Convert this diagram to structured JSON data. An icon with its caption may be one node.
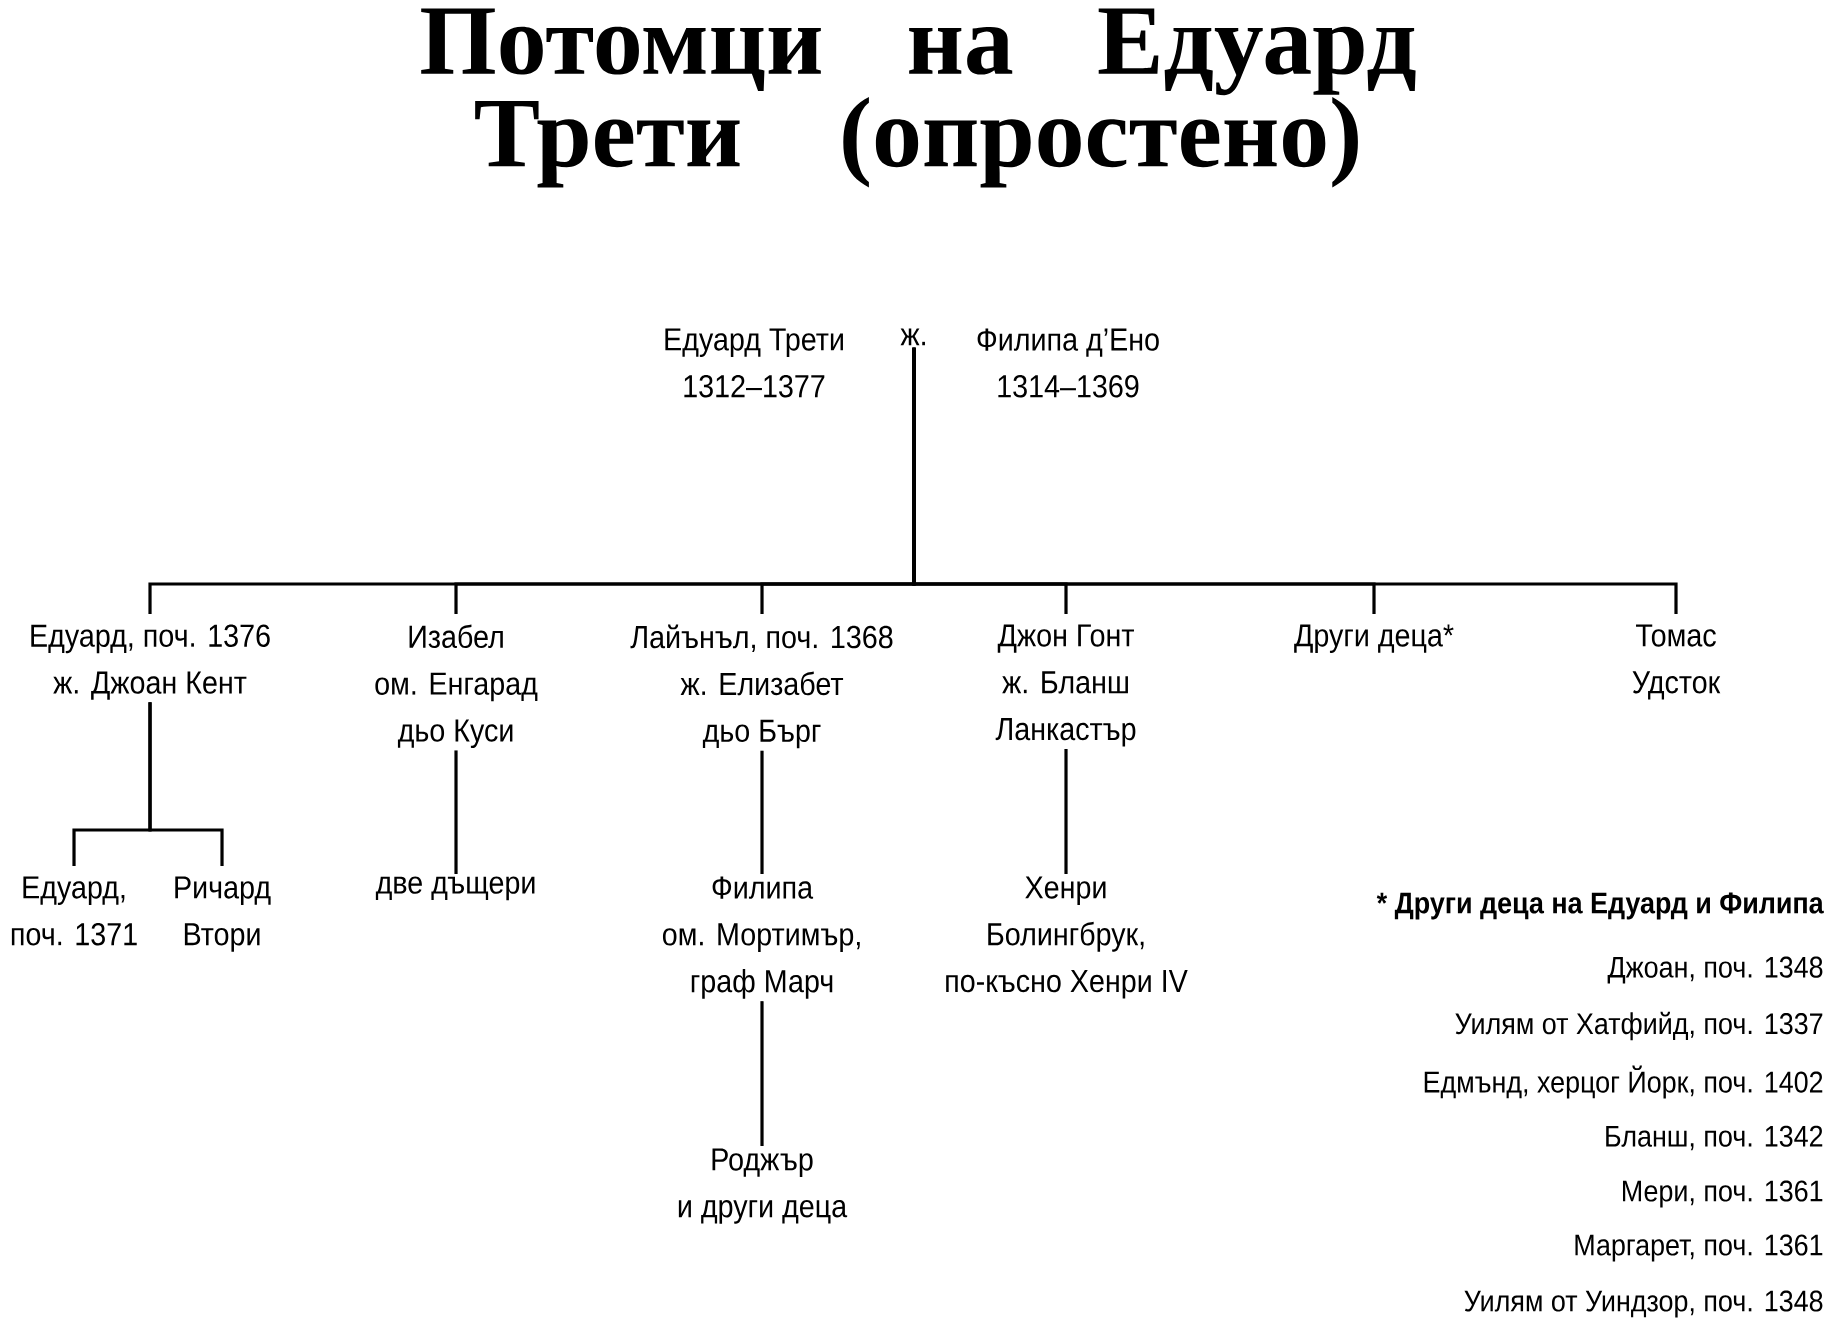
{
  "diagram": {
    "title": "Потомци на Едуард Трети (опростено)",
    "nodes": [
      {
        "text": [
          "Едуард Трети",
          "1312–1377"
        ]
      },
      {
        "text": [
          "ж."
        ]
      },
      {
        "text": [
          "Филипа д’Ено",
          "1314–1369"
        ]
      },
      {
        "text": [
          "Едуард, поч. 1376",
          "ж. Джоан Кент"
        ]
      },
      {
        "text": [
          "Изабел",
          "ом. Енгарад",
          "дьо Куси"
        ]
      },
      {
        "text": [
          "Лайънъл, поч. 1368",
          "ж. Елизабет",
          "дьо Бърг"
        ]
      },
      {
        "text": [
          "Джон Гонт",
          "ж. Бланш",
          "Ланкастър"
        ]
      },
      {
        "text": [
          "Други деца*"
        ]
      },
      {
        "text": [
          "Томас",
          "Удсток"
        ]
      },
      {
        "text": [
          "Едуард,",
          "поч. 1371"
        ]
      },
      {
        "text": [
          "Ричард",
          "Втори"
        ]
      },
      {
        "text": [
          "две дъщери"
        ]
      },
      {
        "text": [
          "Филипа",
          "ом. Мортимър,",
          "граф Марч"
        ]
      },
      {
        "text": [
          "Хенри",
          "Болингбрук,",
          "по-късно Хенри IV"
        ]
      },
      {
        "text": [
          "Роджър",
          "и други деца"
        ]
      }
    ],
    "edges": [
      {
        "from": 1,
        "to": 3,
        "arrow": "none"
      },
      {
        "from": 1,
        "to": 4,
        "arrow": "none"
      },
      {
        "from": 1,
        "to": 5,
        "arrow": "none"
      },
      {
        "from": 1,
        "to": 6,
        "arrow": "none"
      },
      {
        "from": 1,
        "to": 7,
        "arrow": "none"
      },
      {
        "from": 1,
        "to": 8,
        "arrow": "none"
      },
      {
        "from": 3,
        "to": 9,
        "arrow": "none"
      },
      {
        "from": 3,
        "to": 10,
        "arrow": "none"
      },
      {
        "from": 4,
        "to": 11,
        "arrow": "none"
      },
      {
        "from": 5,
        "to": 12,
        "arrow": "none"
      },
      {
        "from": 6,
        "to": 13,
        "arrow": "none"
      },
      {
        "from": 12,
        "to": 14,
        "arrow": "none"
      }
    ],
    "labels": [
      "* Други деца на Едуард и Филипа",
      "Джоан, поч. 1348",
      "Уилям от Хатфийд, поч. 1337",
      "Едмънд, херцог Йорк, поч. 1402",
      "Бланш, поч. 1342",
      "Мери, поч. 1361",
      "Маргарет, поч. 1361",
      "Уилям от Уиндзор, поч. 1348"
    ]
  }
}
